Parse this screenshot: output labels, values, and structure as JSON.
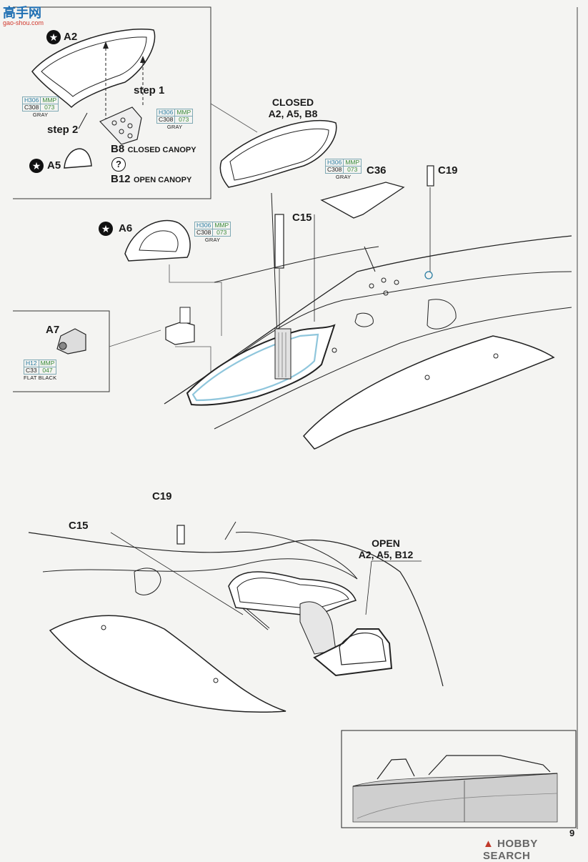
{
  "watermark_top": {
    "brand_cn": "高手网",
    "url": "gao-shou.com"
  },
  "inset_top": {
    "a2": {
      "part": "A2"
    },
    "a5": {
      "part": "A5"
    },
    "step1": "step 1",
    "step2": "step 2",
    "b8": {
      "part": "B8",
      "desc": "CLOSED CANOPY"
    },
    "b12": {
      "part": "B12",
      "desc": "OPEN CANOPY"
    },
    "paint_a2": {
      "h": "H306",
      "brand": "MMP",
      "c": "C308",
      "num": "073",
      "name": "GRAY"
    },
    "paint_step1": {
      "h": "H306",
      "brand": "MMP",
      "c": "C308",
      "num": "073",
      "name": "GRAY"
    }
  },
  "closed_callout": {
    "title": "CLOSED",
    "parts": "A2, A5, B8"
  },
  "open_callout": {
    "title": "OPEN",
    "parts": "A2, A5, B12"
  },
  "part_labels": {
    "c36": "C36",
    "c19_top": "C19",
    "c15_top": "C15",
    "a6": "A6",
    "a7": "A7",
    "c19_bottom": "C19",
    "c15_bottom": "C15"
  },
  "paint_c36": {
    "h": "H306",
    "brand": "MMP",
    "c": "C308",
    "num": "073",
    "name": "GRAY"
  },
  "paint_a6": {
    "h": "H306",
    "brand": "MMP",
    "c": "C308",
    "num": "073",
    "name": "GRAY"
  },
  "paint_a7": {
    "h": "H12",
    "brand": "MMP",
    "c": "C33",
    "num": "047",
    "name": "FLAT BLACK"
  },
  "page_number": "9",
  "footer_watermark": "HOBBY SEARCH",
  "colors": {
    "hc_blue": "#2a7da2",
    "mmp_green": "#3a8a3a",
    "ink": "#1a1a1a",
    "pale_blue_trim": "#8fc6dc"
  }
}
